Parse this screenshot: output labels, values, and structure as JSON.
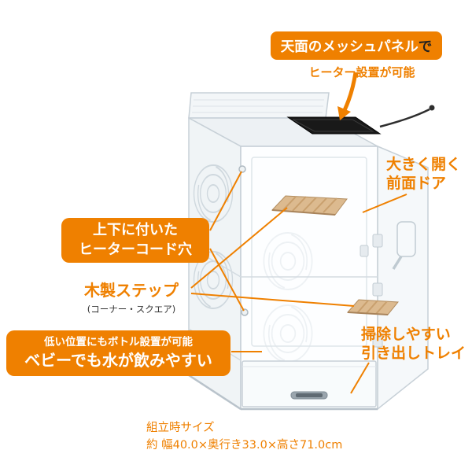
{
  "colors": {
    "accent_orange": "#ef8000",
    "heater_black": "#191919",
    "wood_tan": "#dcba8f"
  },
  "callouts": {
    "mesh_panel": {
      "label": "天面のメッシュパネル",
      "suffix": "で",
      "note": "ヒーター設置が可能"
    },
    "front_door": {
      "line1": "大きく開く",
      "line2": "前面ドア"
    },
    "heater_cord_holes": {
      "line1": "上下に付いた",
      "line2": "ヒーターコード穴"
    },
    "wooden_step": {
      "title": "木製ステップ",
      "subtitle": "(コーナー・スクエア)"
    },
    "water_bottle": {
      "line1": "低い位置にもボトル設置が可能",
      "line2": "ベビーでも水が飲みやすい"
    },
    "drawer_tray": {
      "line1": "掃除しやすい",
      "line2": "引き出しトレイ"
    }
  },
  "footer": {
    "title": "組立時サイズ",
    "dimensions": "約 幅40.0×奥行き33.0×高さ71.0cm"
  }
}
